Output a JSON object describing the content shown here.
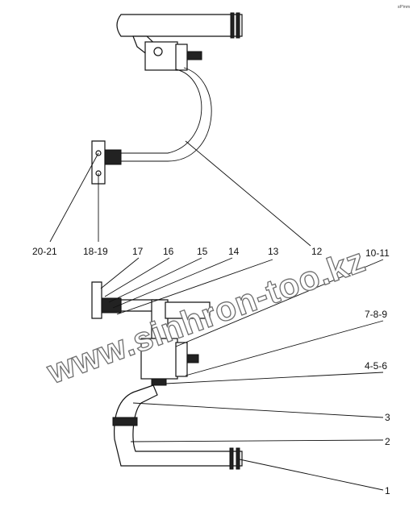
{
  "corner_mark": "sP'mm",
  "watermark": "www.sinhron-too.kz",
  "callouts": [
    {
      "id": "c-20-21",
      "text": "20-21"
    },
    {
      "id": "c-18-19",
      "text": "18-19"
    },
    {
      "id": "c-17",
      "text": "17"
    },
    {
      "id": "c-16",
      "text": "16"
    },
    {
      "id": "c-15",
      "text": "15"
    },
    {
      "id": "c-14",
      "text": "14"
    },
    {
      "id": "c-13",
      "text": "13"
    },
    {
      "id": "c-12",
      "text": "12"
    },
    {
      "id": "c-10-11",
      "text": "10-11"
    },
    {
      "id": "c-7-8-9",
      "text": "7-8-9"
    },
    {
      "id": "c-4-5-6",
      "text": "4-5-6"
    },
    {
      "id": "c-3",
      "text": "3"
    },
    {
      "id": "c-2",
      "text": "2"
    },
    {
      "id": "c-1",
      "text": "1"
    }
  ]
}
